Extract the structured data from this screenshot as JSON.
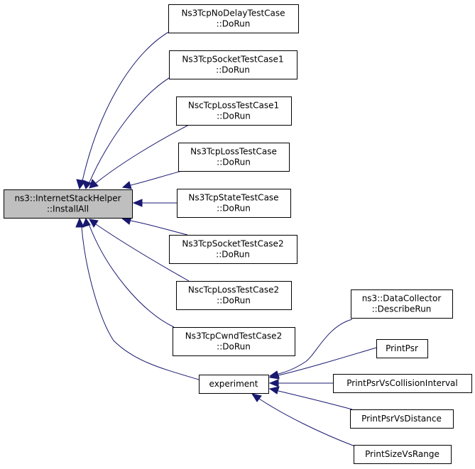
{
  "diagram": {
    "nodes": [
      {
        "id": "root",
        "lines": [
          "ns3::InternetStackHelper",
          "::InstallAll"
        ],
        "highlighted": true
      },
      {
        "id": "n1",
        "lines": [
          "Ns3TcpNoDelayTestCase",
          "::DoRun"
        ]
      },
      {
        "id": "n2",
        "lines": [
          "Ns3TcpSocketTestCase1",
          "::DoRun"
        ]
      },
      {
        "id": "n3",
        "lines": [
          "NscTcpLossTestCase1",
          "::DoRun"
        ]
      },
      {
        "id": "n4",
        "lines": [
          "Ns3TcpLossTestCase",
          "::DoRun"
        ]
      },
      {
        "id": "n5",
        "lines": [
          "Ns3TcpStateTestCase",
          "::DoRun"
        ]
      },
      {
        "id": "n6",
        "lines": [
          "Ns3TcpSocketTestCase2",
          "::DoRun"
        ]
      },
      {
        "id": "n7",
        "lines": [
          "NscTcpLossTestCase2",
          "::DoRun"
        ]
      },
      {
        "id": "n8",
        "lines": [
          "Ns3TcpCwndTestCase2",
          "::DoRun"
        ]
      },
      {
        "id": "experiment",
        "lines": [
          "experiment"
        ]
      },
      {
        "id": "dc",
        "lines": [
          "ns3::DataCollector",
          "::DescribeRun"
        ]
      },
      {
        "id": "pp",
        "lines": [
          "PrintPsr"
        ]
      },
      {
        "id": "ppci",
        "lines": [
          "PrintPsrVsCollisionInterval"
        ]
      },
      {
        "id": "ppd",
        "lines": [
          "PrintPsrVsDistance"
        ]
      },
      {
        "id": "psr",
        "lines": [
          "PrintSizeVsRange"
        ]
      }
    ],
    "edges": [
      {
        "from": "n1",
        "to": "root"
      },
      {
        "from": "n2",
        "to": "root"
      },
      {
        "from": "n3",
        "to": "root"
      },
      {
        "from": "n4",
        "to": "root"
      },
      {
        "from": "n5",
        "to": "root"
      },
      {
        "from": "n6",
        "to": "root"
      },
      {
        "from": "n7",
        "to": "root"
      },
      {
        "from": "n8",
        "to": "root"
      },
      {
        "from": "experiment",
        "to": "root"
      },
      {
        "from": "dc",
        "to": "experiment"
      },
      {
        "from": "pp",
        "to": "experiment"
      },
      {
        "from": "ppci",
        "to": "experiment"
      },
      {
        "from": "ppd",
        "to": "experiment"
      },
      {
        "from": "psr",
        "to": "experiment"
      }
    ],
    "colors": {
      "edge": "#191970",
      "node_border": "#000000",
      "root_fill": "#bfbfbf",
      "node_fill": "#ffffff"
    }
  }
}
